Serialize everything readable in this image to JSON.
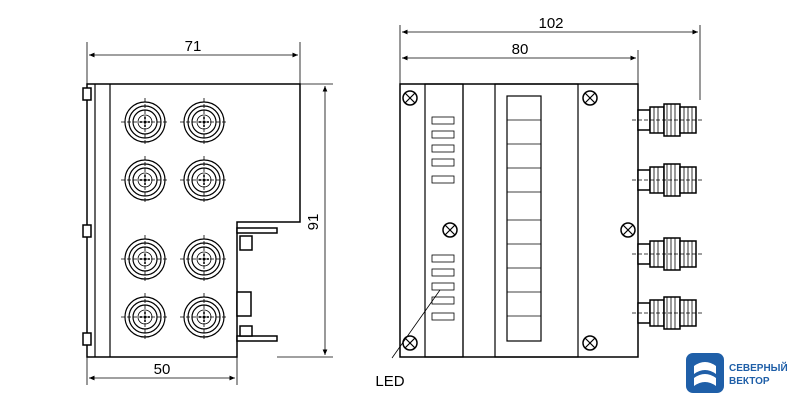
{
  "dimensions": {
    "left_width_top": "71",
    "left_width_bottom": "50",
    "left_height": "91",
    "right_total_width": "102",
    "right_body_width": "80"
  },
  "labels": {
    "led": "LED"
  },
  "logo": {
    "line1": "СЕВЕРНЫЙ",
    "line2": "ВЕКТОР",
    "color": "#1f5fa8"
  },
  "icons": {
    "screw": "screw-icon",
    "connector": "m12-connector-icon",
    "logo": "severny-vektor-logo-icon"
  }
}
